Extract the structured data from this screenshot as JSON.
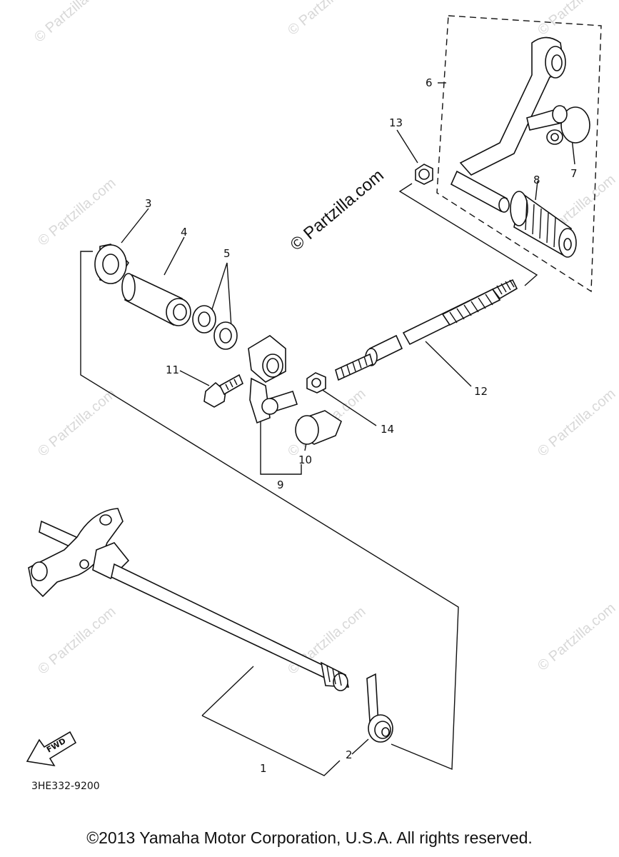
{
  "callouts": [
    "1",
    "2",
    "3",
    "4",
    "5",
    "6",
    "7",
    "8",
    "9",
    "10",
    "11",
    "12",
    "13",
    "14"
  ],
  "watermark": "© Partzilla.com",
  "fwd_label": "FWD",
  "ref_code": "3HE332-9200",
  "copyright": "©2013  Yamaha Motor Corporation, U.S.A. All rights reserved."
}
